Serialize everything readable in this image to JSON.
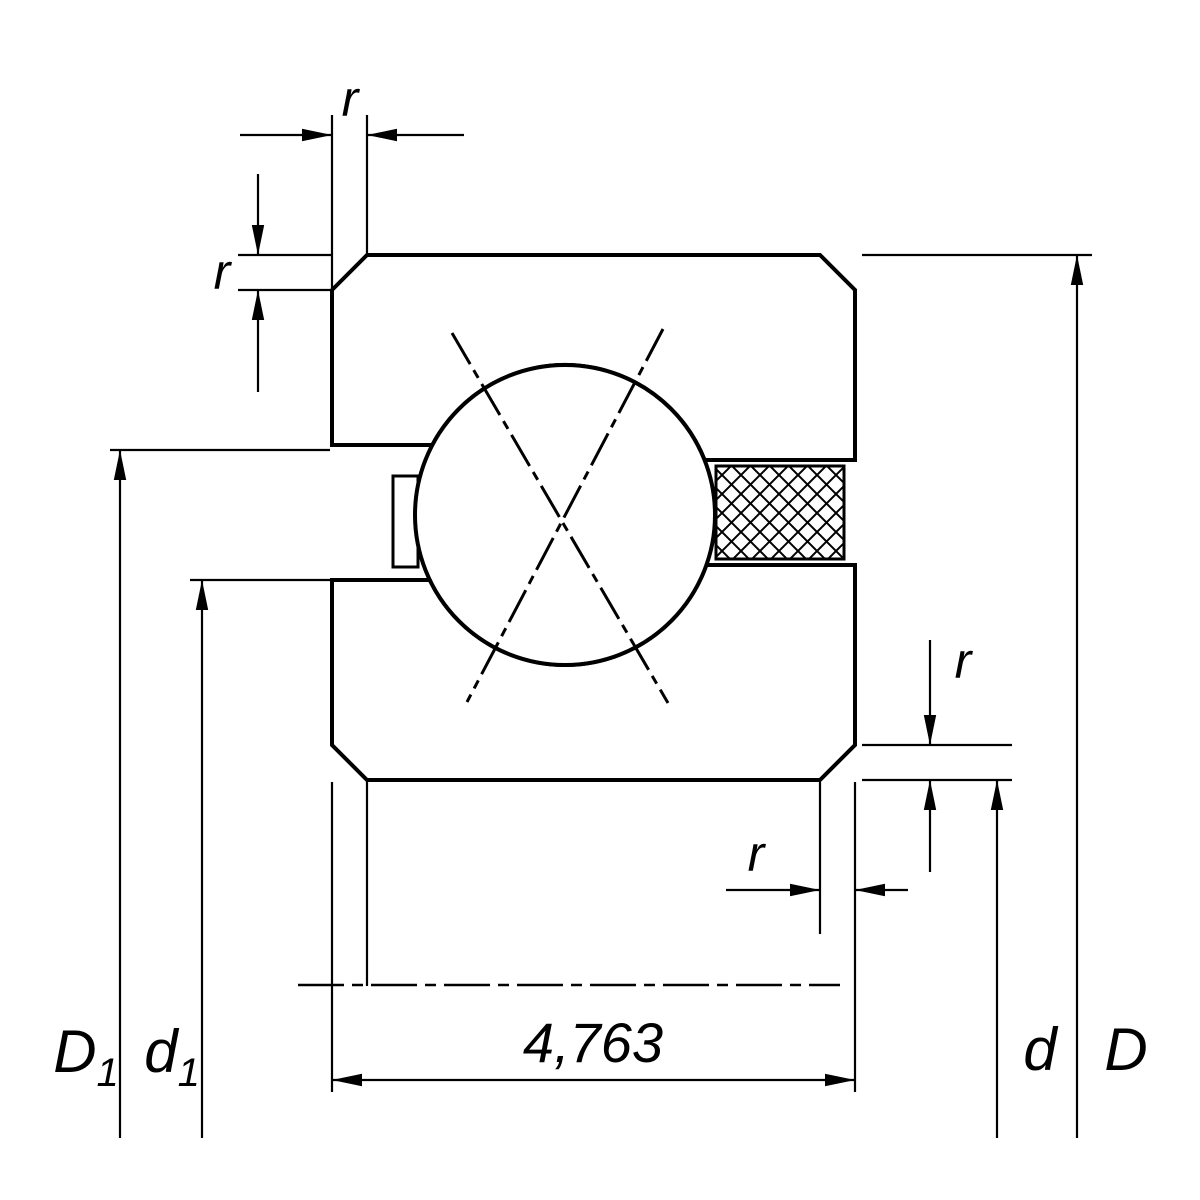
{
  "page": {
    "background": "#ffffff",
    "line_color": "#000000",
    "description": "Technical cross-section drawing of a thin-section four-point contact ball bearing with dimension callouts"
  },
  "labels": {
    "r_top": "r",
    "r_chamfer_left": "r",
    "r_chamfer_right": "r",
    "r_bottom": "r",
    "bore_width": "4,763",
    "D1_symbol": "D",
    "D1_subscript": "1",
    "d1_symbol": "d",
    "d1_subscript": "1",
    "d_symbol": "d",
    "D_symbol": "D"
  }
}
